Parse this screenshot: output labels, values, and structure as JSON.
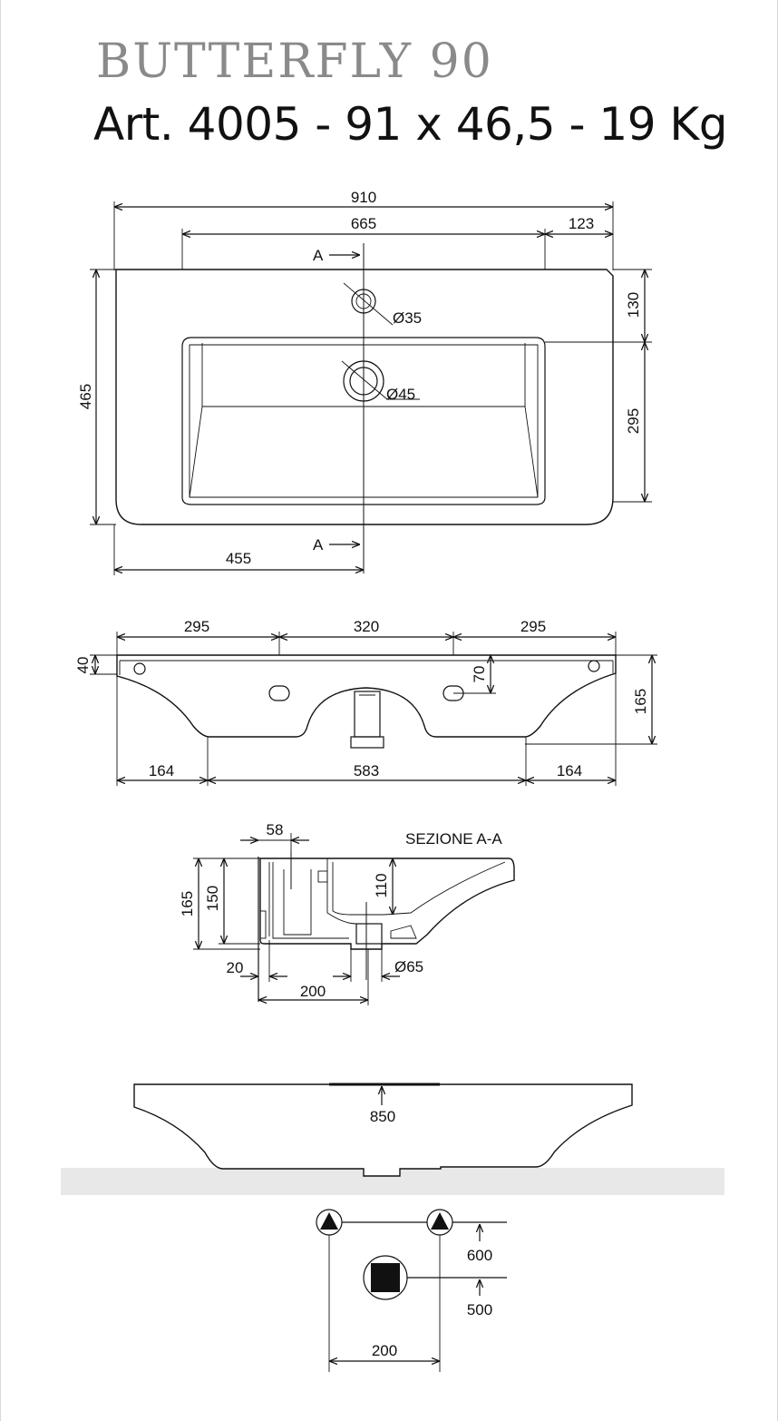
{
  "title": {
    "model": "BUTTERFLY 90",
    "spec": "Art. 4005 - 91 x 46,5 - 19 Kg"
  },
  "top_view": {
    "overall_width": "910",
    "basin_width": "665",
    "right_offset": "123",
    "depth": "465",
    "tap_to_basin": "130",
    "basin_depth": "295",
    "tap_hole": "Ø35",
    "drain_hole": "Ø45",
    "left_to_center": "455",
    "section_mark": "A"
  },
  "front_view": {
    "left_span": "295",
    "center_span": "320",
    "right_span": "295",
    "edge_height": "40",
    "hole_height": "70",
    "total_height": "165",
    "left_foot": "164",
    "bottom_width": "583",
    "right_foot": "164"
  },
  "section_view": {
    "label": "SEZIONE A-A",
    "wall_gap": "58",
    "total_height": "165",
    "inner_height": "150",
    "basin_depth": "110",
    "wall_thickness": "20",
    "drain_offset": "200",
    "drain_diameter": "Ø65"
  },
  "install_view": {
    "mount_height": "850",
    "supply_height": "600",
    "drain_height": "500",
    "supply_spacing": "200"
  }
}
